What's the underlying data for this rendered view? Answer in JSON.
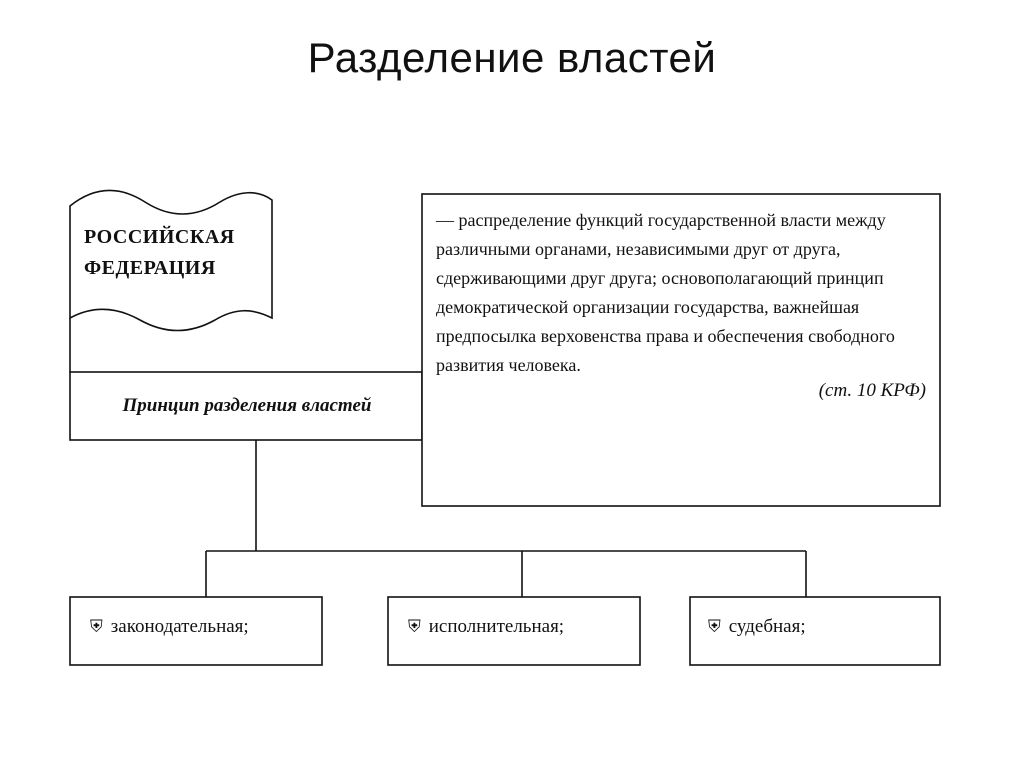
{
  "title": "Разделение властей",
  "flag": {
    "line1": "РОССИЙСКАЯ",
    "line2": "ФЕДЕРАЦИЯ"
  },
  "principle": "Принцип разделения властей",
  "definition": {
    "text": "— распределение функций государственной власти между различными органами, независимыми друг от друга, сдерживающими друг друга; основополагающий принцип демократической организации государства, важнейшая предпосылка верховенства права и обеспечения свободного развития человека.",
    "citation": "(ст. 10 КРФ)"
  },
  "branches": [
    {
      "label": "законодательная;",
      "icon": "shield-icon"
    },
    {
      "label": "исполнительная;",
      "icon": "shield-icon"
    },
    {
      "label": "судебная;",
      "icon": "shield-icon"
    }
  ],
  "colors": {
    "line": "#111111",
    "background": "#ffffff"
  }
}
